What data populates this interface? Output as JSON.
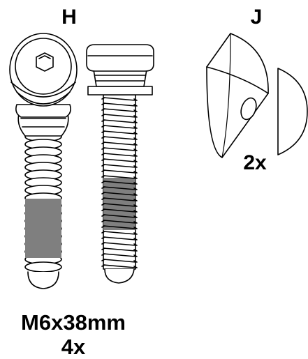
{
  "parts": {
    "h": {
      "letter": "H",
      "size": "M6x38mm",
      "quantity": "4x",
      "highlight_color": "#7f7f7f"
    },
    "j": {
      "letter": "J",
      "quantity": "2x"
    }
  }
}
